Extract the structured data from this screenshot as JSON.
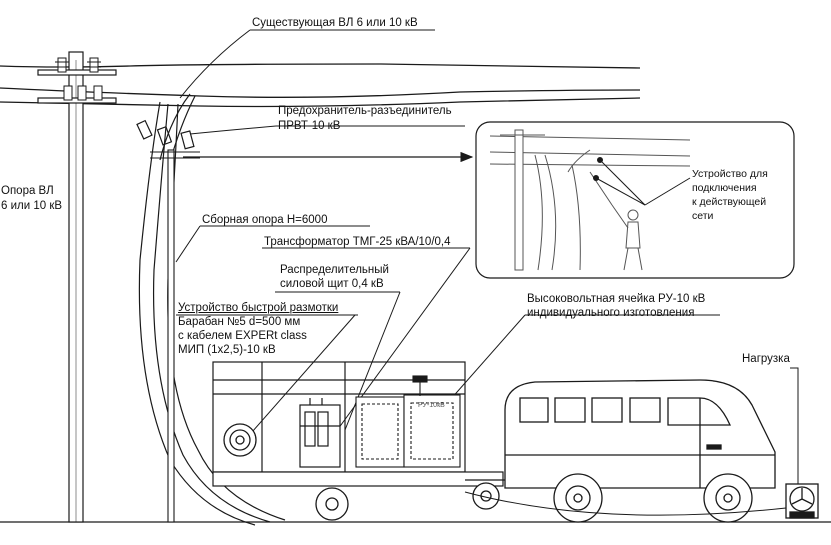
{
  "labels": {
    "existing_line": "Существующая ВЛ 6 или 10 кВ",
    "fuse_disconnector_line1": "Предохранитель-разъединитель",
    "fuse_disconnector_line2": "ПРВТ-10 кВ",
    "pole_line1": "Опора ВЛ",
    "pole_line2": "6 или 10 кВ",
    "assembly_pole": "Сборная опора Н=6000",
    "transformer": "Трансформатор ТМГ-25 кВА/10/0,4",
    "distribution_board_line1": "Распределительный",
    "distribution_board_line2": "силовой щит 0,4 кВ",
    "fast_unwind_line1": "Устройство быстрой размотки",
    "fast_unwind_line2": "Барабан №5 d=500 мм",
    "fast_unwind_line3": "с кабелем EXPERt class",
    "fast_unwind_line4": "МИП (1х2,5)-10 кВ",
    "hv_cell_line1": "Высоковольтная ячейка РУ-10 кВ",
    "hv_cell_line2": "индивидуального изготовления",
    "load": "Нагрузка",
    "inset_caption": "Устройство для\nподключения\nк действующей\nсети",
    "cell_marking": "РУ-10кВ"
  },
  "colors": {
    "line": "#1a1a1a",
    "muted": "#555555",
    "inset_bg": "#ffffff",
    "accent_yellow": "#f2d33a"
  },
  "icons": {
    "pole": "utility-pole-icon",
    "insulator": "insulator-icon",
    "cable_drum": "cable-drum-icon",
    "transformer": "transformer-icon",
    "van": "van-icon",
    "load": "fan-load-icon",
    "worker": "worker-icon"
  }
}
